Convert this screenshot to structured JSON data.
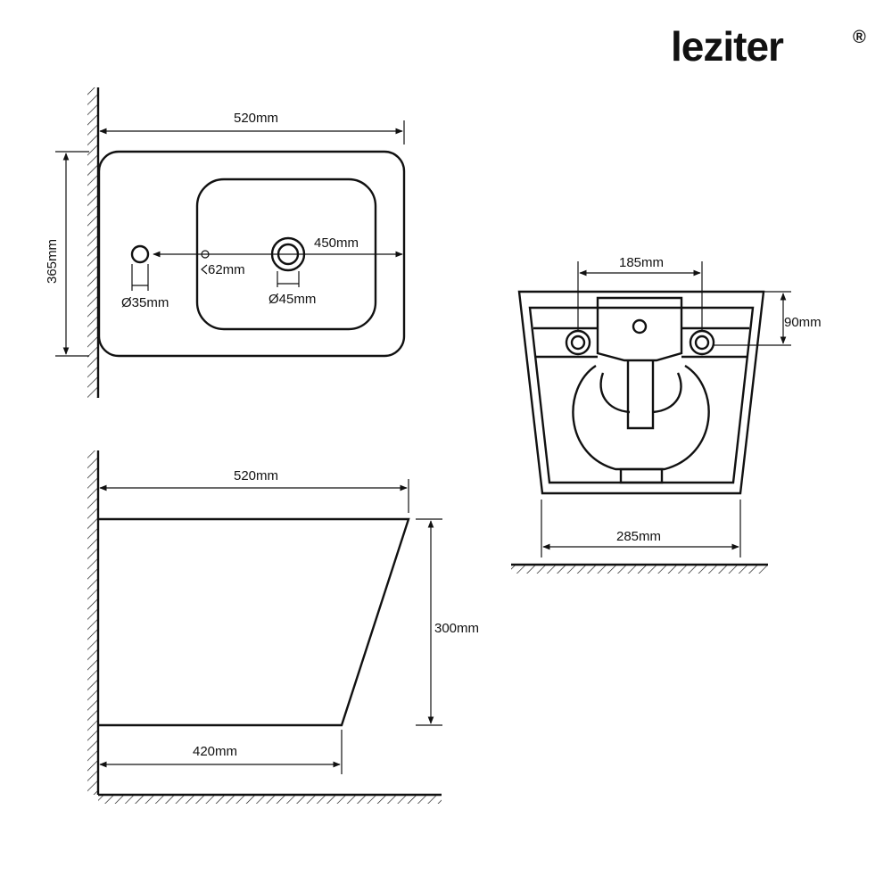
{
  "brand": {
    "name": "leziter",
    "mark": "®"
  },
  "top_view": {
    "width_label": "520mm",
    "depth_label": "365mm",
    "inner_label": "450mm",
    "small_hole_label": "Ø35mm",
    "tiny_hole_label": "62mm",
    "outlet_label": "Ø45mm"
  },
  "side_view": {
    "top_width_label": "520mm",
    "height_label": "300mm",
    "bottom_width_label": "420mm"
  },
  "rear_view": {
    "hole_spacing_label": "185mm",
    "hole_height_label": "90mm",
    "base_width_label": "285mm"
  }
}
